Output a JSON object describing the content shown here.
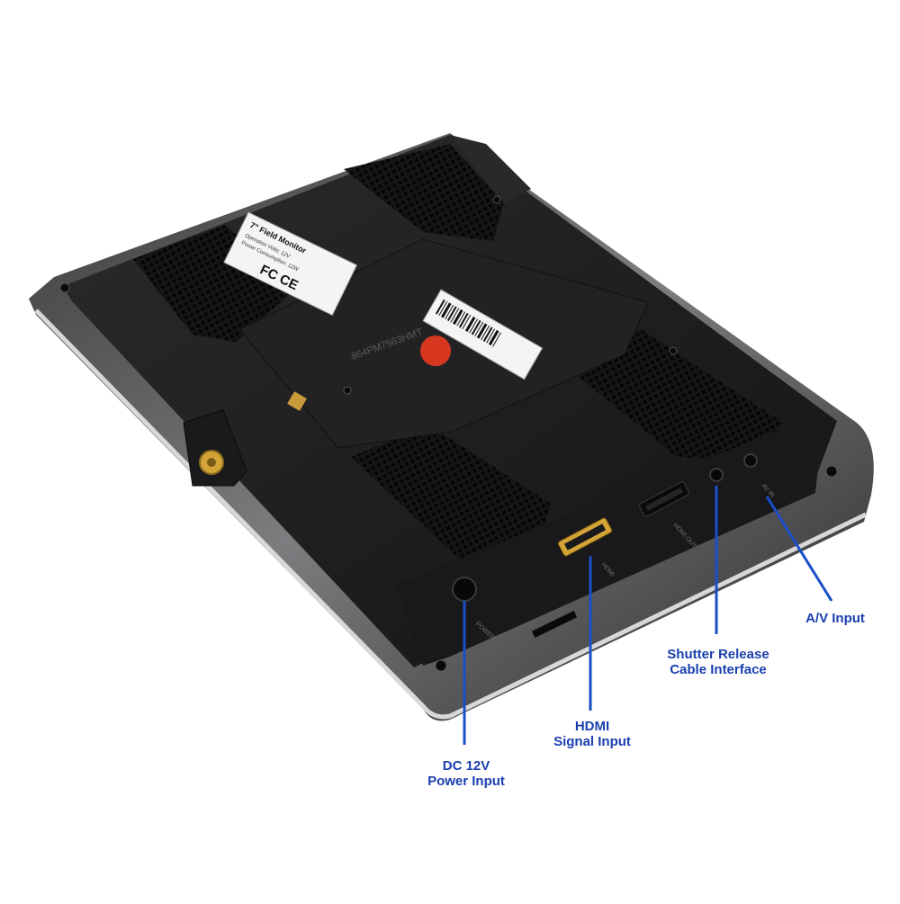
{
  "colors": {
    "callout_text": "#1a3fae",
    "callout_line": "#1a4fc8",
    "monitor_body": "#1c1c1e",
    "monitor_rim": "#9a9a9c",
    "port_gold": "#d4a437",
    "sticker_red": "#d8371f"
  },
  "device_label": {
    "title": "7\" Field Monitor",
    "line1": "Operation Volts: 12V",
    "line2": "Power Consumption: 12W",
    "marks": "FC CE"
  },
  "serial_text": "864PM7563HMT",
  "port_labels": {
    "power": "POWER",
    "hdmi": "HDMI",
    "hdmi_out": "HDMI OUT",
    "av": "AV IN"
  },
  "callouts": {
    "dc_power": {
      "line1": "DC 12V",
      "line2": "Power Input"
    },
    "hdmi": {
      "line1": "HDMI",
      "line2": "Signal Input"
    },
    "shutter": {
      "line1": "Shutter Release",
      "line2": "Cable Interface"
    },
    "av": {
      "line1": "A/V Input"
    }
  }
}
